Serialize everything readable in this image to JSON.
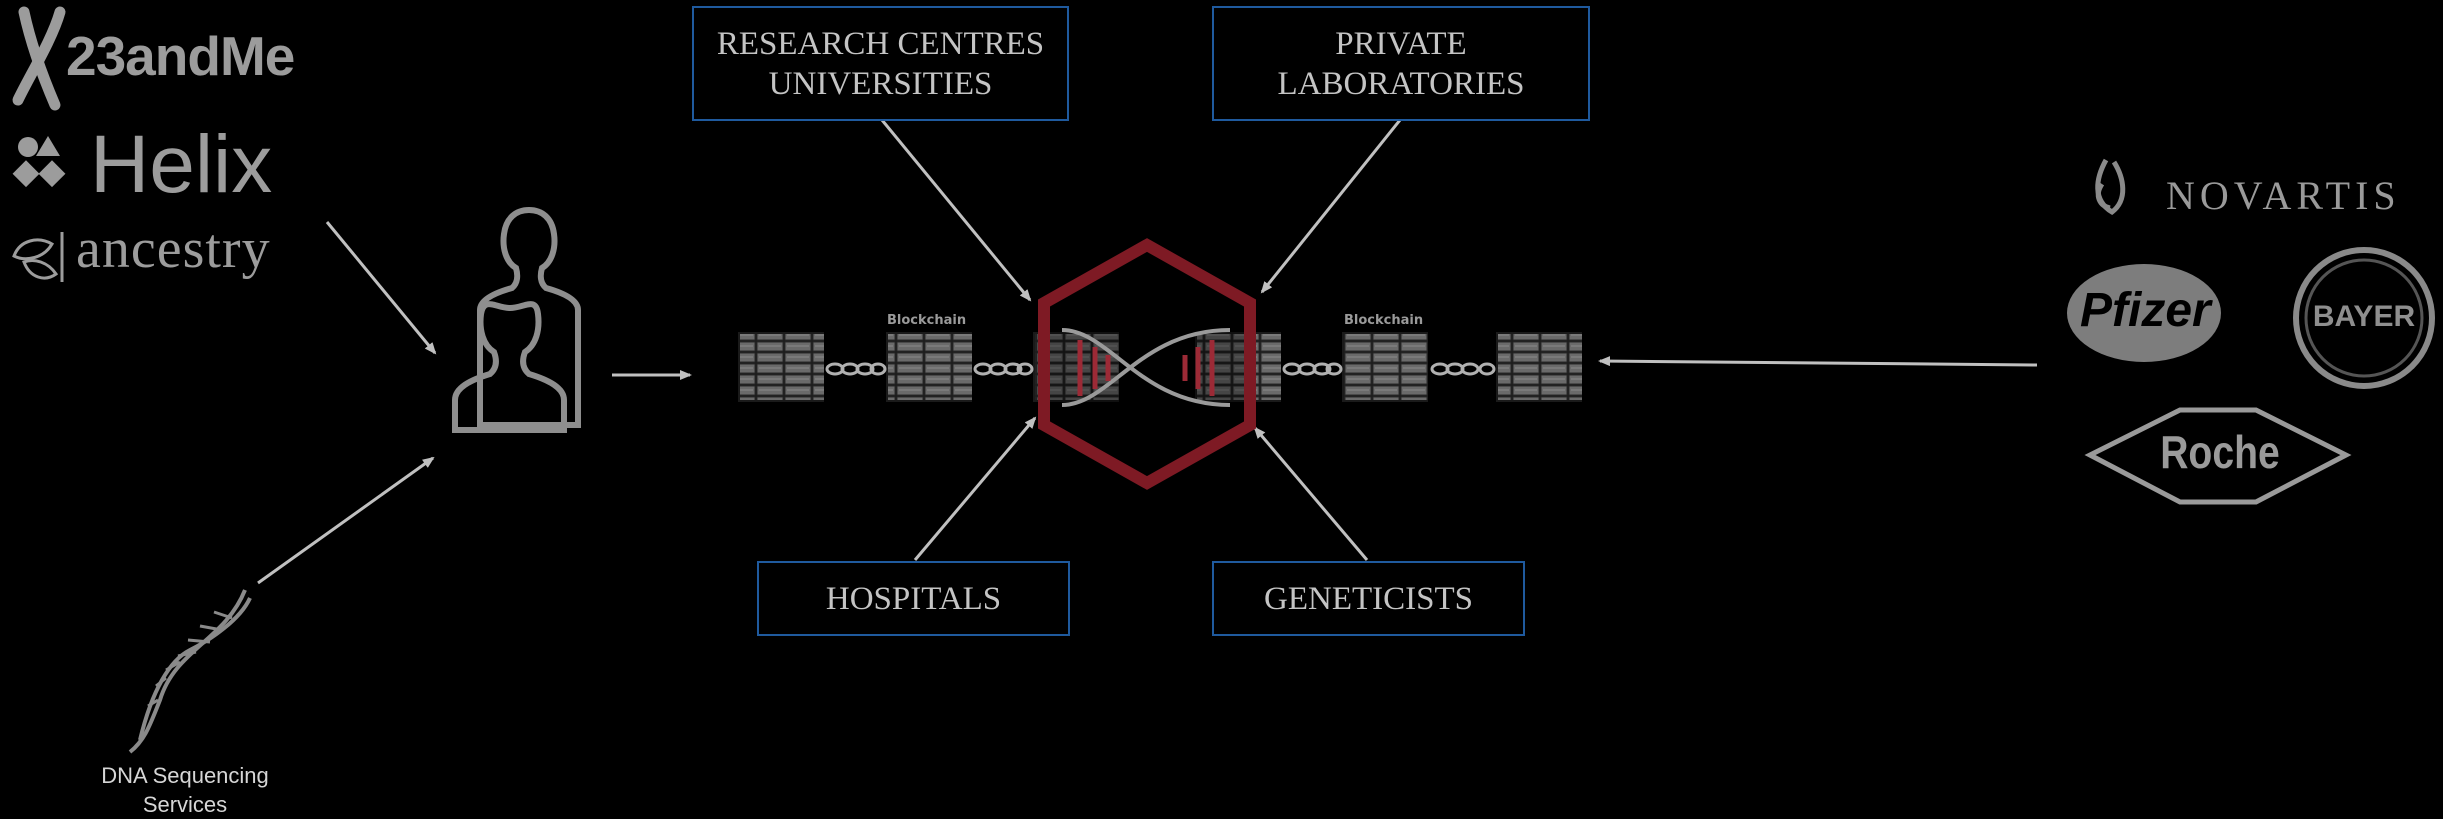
{
  "boxes": {
    "research": [
      "RESEARCH CENTRES",
      "UNIVERSITIES"
    ],
    "private": [
      "PRIVATE",
      "LABORATORIES"
    ],
    "hospitals": "HOSPITALS",
    "geneticists": "GENETICISTS"
  },
  "blockchain_labels": [
    "Blockchain",
    "Blockchain"
  ],
  "dna_services": [
    "DNA Sequencing",
    "Services"
  ],
  "consumer_logos": [
    "23andMe",
    "Helix",
    "ancestry"
  ],
  "pharma_logos": [
    "NOVARTIS",
    "Pfizer",
    "BAYER",
    "Roche"
  ],
  "colors": {
    "background": "#000000",
    "box_border": "#1f5a9e",
    "hexagon": "#7e1a24",
    "arrow": "#c0c0c0",
    "logo_gray": "#9c9c9c"
  }
}
